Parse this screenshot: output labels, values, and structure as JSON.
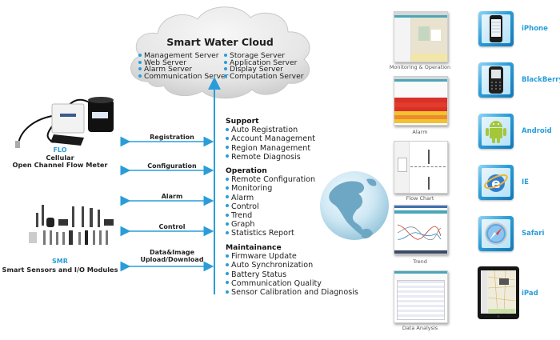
{
  "cloud": {
    "title": "Smart Water Cloud",
    "servers_left": [
      "Management Server",
      "Web Server",
      "Alarm Server",
      "Communication Server"
    ],
    "servers_right": [
      "Storage Server",
      "Application Server",
      "Display Server",
      "Computation Server"
    ]
  },
  "products": [
    {
      "name": "FLO",
      "description_line1": "Cellular",
      "description_line2": "Open Channel Flow Meter"
    },
    {
      "name": "SMR",
      "description_line1": "Smart Sensors and I/O Modules"
    }
  ],
  "connections": [
    {
      "label": "Registration"
    },
    {
      "label": "Configuration"
    },
    {
      "label": "Alarm"
    },
    {
      "label": "Control"
    },
    {
      "label_line1": "Data&Image",
      "label_line2": "Upload/Download"
    }
  ],
  "features": [
    {
      "heading": "Support",
      "items": [
        "Auto Registration",
        "Account Management",
        "Region Management",
        "Remote Diagnosis"
      ]
    },
    {
      "heading": "Operation",
      "items": [
        "Remote Configuration",
        "Monitoring",
        "Alarm",
        "Control",
        "Trend",
        "Graph",
        "Statistics Report"
      ]
    },
    {
      "heading": "Maintainance",
      "items": [
        "Firmware Update",
        "Auto Synchronization",
        "Battery Status",
        "Communication Quality",
        "Sensor Calibration and Diagnosis"
      ]
    }
  ],
  "screens": [
    {
      "caption": "Monitoring & Operation"
    },
    {
      "caption": "Alarm"
    },
    {
      "caption": "Flow Chart"
    },
    {
      "caption": "Trend"
    },
    {
      "caption": "Data Analysis"
    }
  ],
  "devices": [
    {
      "label": "iPhone",
      "icon": "iphone-icon"
    },
    {
      "label": "BlackBerry",
      "icon": "blackberry-icon"
    },
    {
      "label": "Android",
      "icon": "android-icon"
    },
    {
      "label": "IE",
      "icon": "internet-explorer-icon"
    },
    {
      "label": "Safari",
      "icon": "safari-icon"
    },
    {
      "label": "iPad",
      "icon": "ipad-icon"
    }
  ],
  "colors": {
    "accent": "#2a9dd8",
    "text": "#222222",
    "cloud_fill": "#e9e9e9",
    "android_green": "#a4c639"
  }
}
